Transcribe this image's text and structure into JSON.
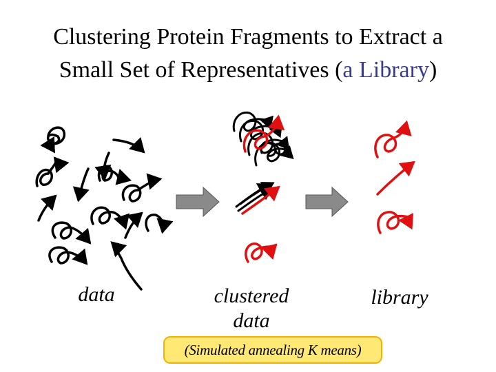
{
  "title": {
    "line1": "Clustering Protein Fragments to Extract a",
    "line2_before": "Small Set of Representatives (",
    "line2_accent": "a Library",
    "line2_after": ")"
  },
  "labels": {
    "data": "data",
    "clustered_line1": "clustered",
    "clustered_line2": "data",
    "library": "library"
  },
  "method": "(Simulated annealing K means)",
  "colors": {
    "fragment": "#000000",
    "representative": "#e01010",
    "arrow_gray": "#8a8a8a",
    "title_accent": "#3b3b8f",
    "method_box_fill": "#ffe873",
    "method_box_border": "#f0b400"
  }
}
